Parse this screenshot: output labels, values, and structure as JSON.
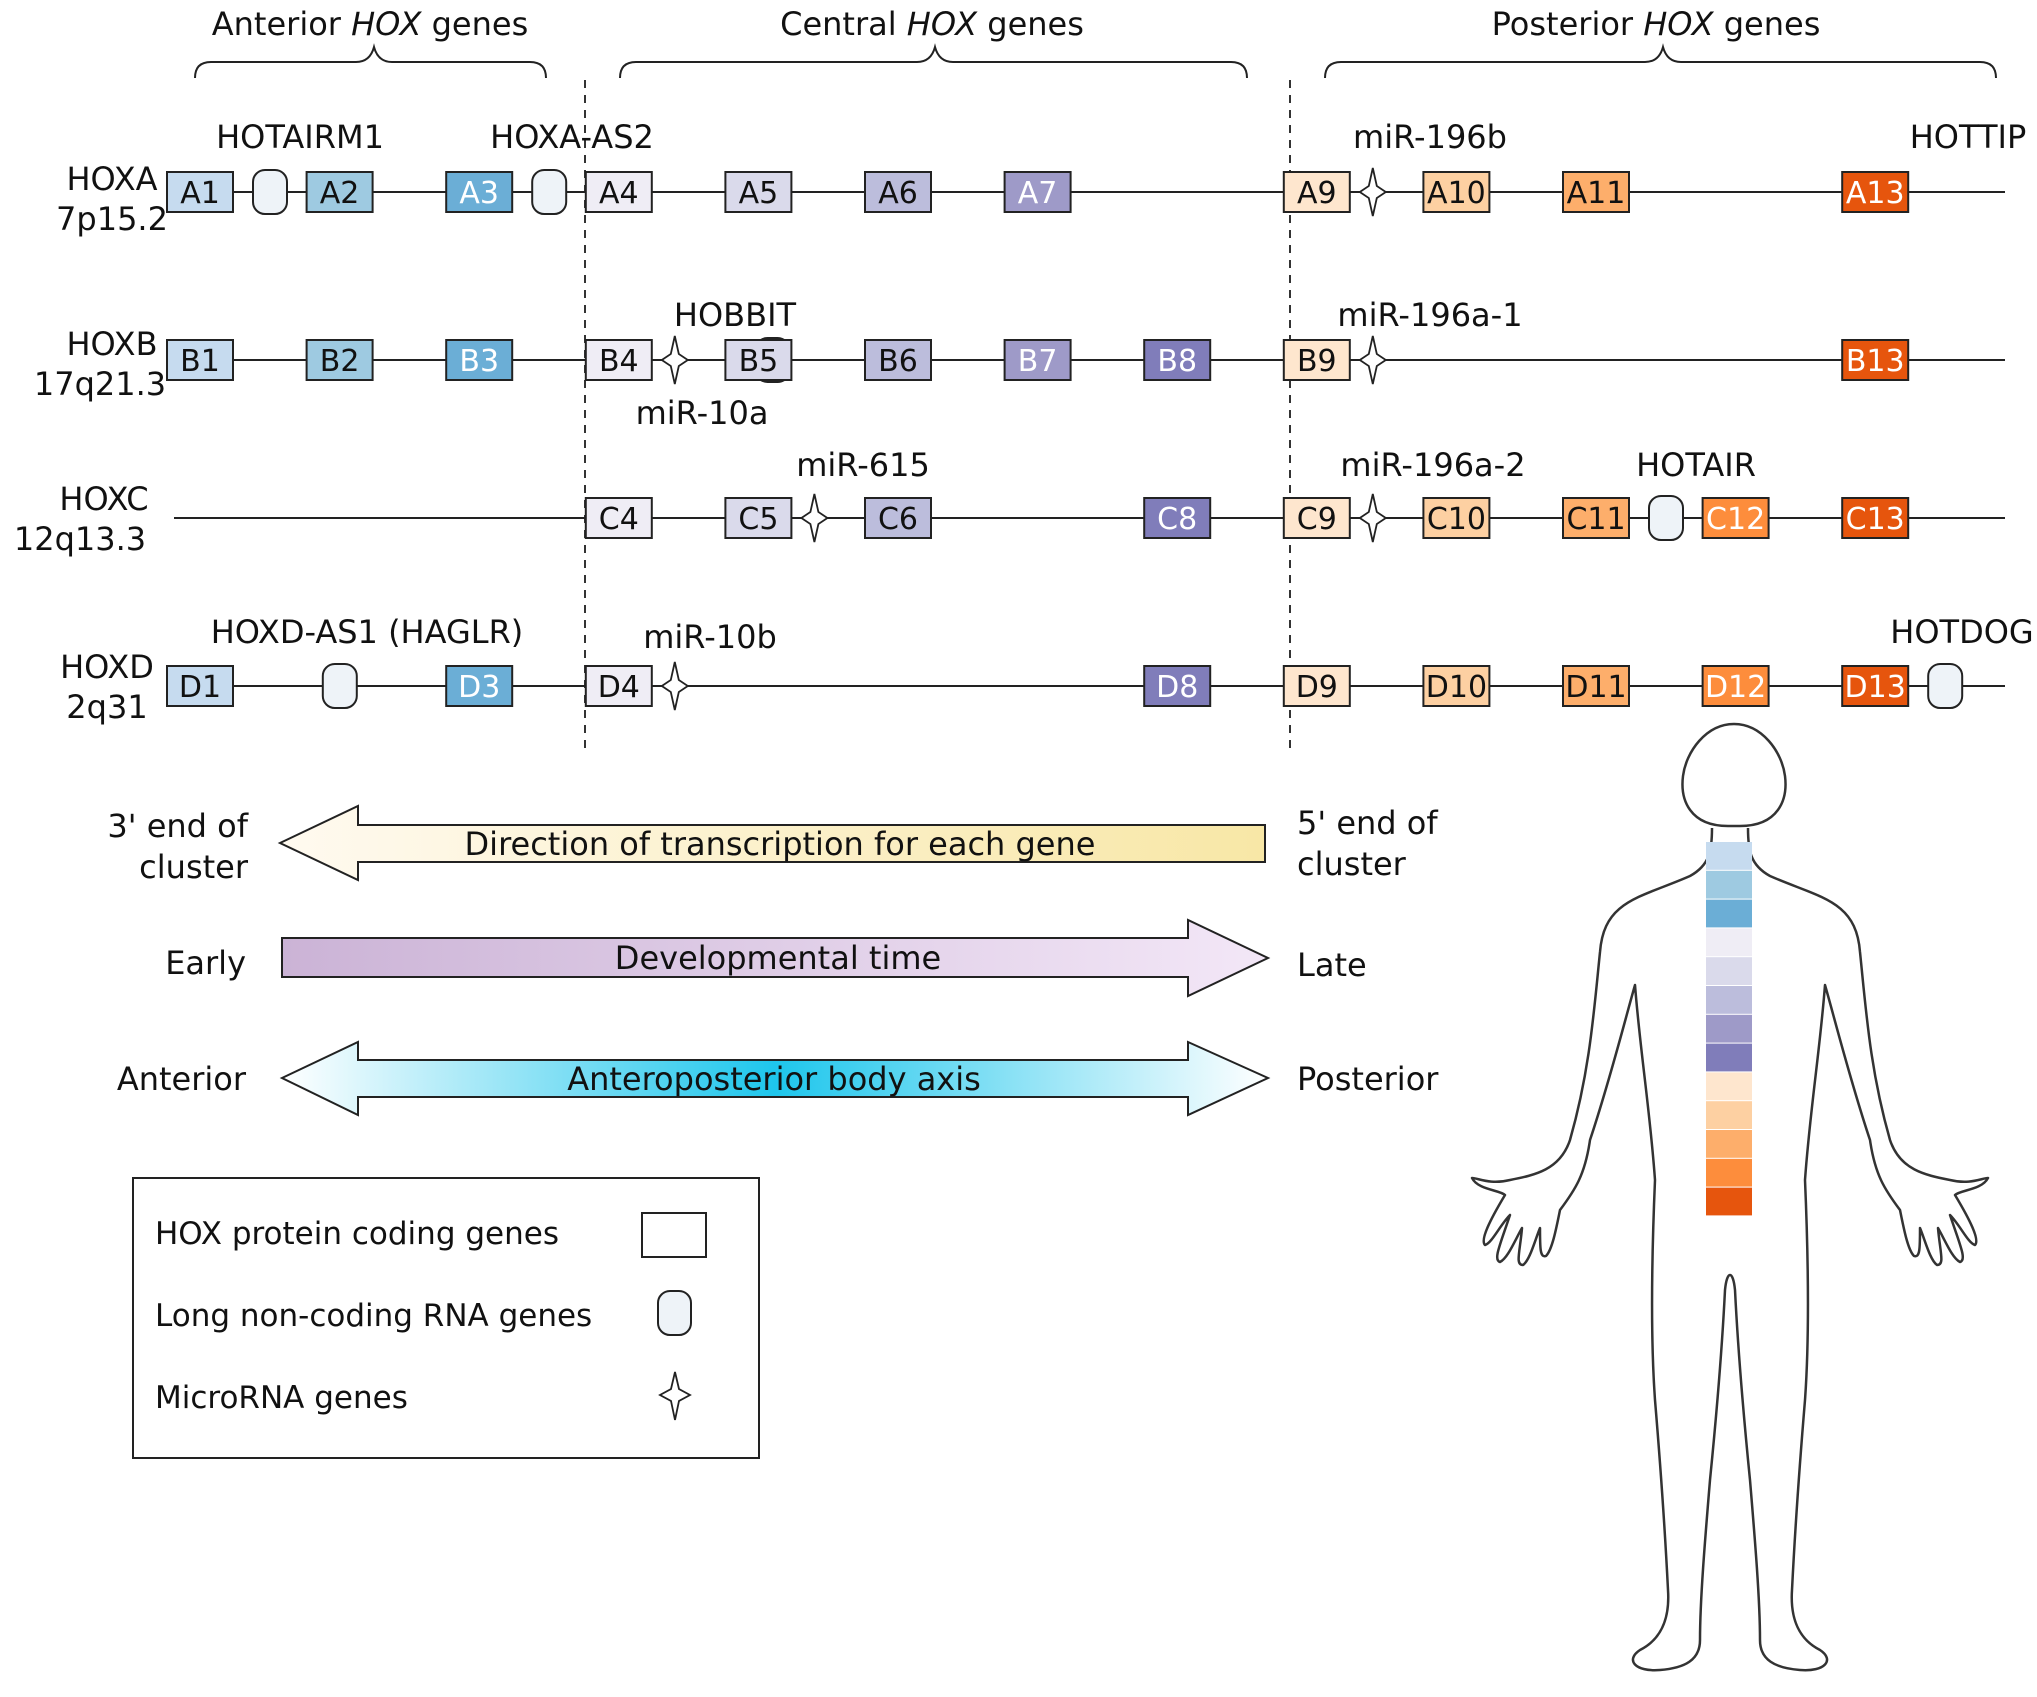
{
  "headers": {
    "anterior": {
      "pre": "Anterior ",
      "em": "HOX",
      "post": " genes"
    },
    "central": {
      "pre": "Central ",
      "em": "HOX",
      "post": " genes"
    },
    "posterior": {
      "pre": "Posterior ",
      "em": "HOX",
      "post": " genes"
    }
  },
  "clusters": [
    {
      "name": "HOXA",
      "locus": "7p15.2"
    },
    {
      "name": "HOXB",
      "locus": "17q21.3"
    },
    {
      "name": "HOXC",
      "locus": "12q13.3"
    },
    {
      "name": "HOXD",
      "locus": "2q31"
    }
  ],
  "colors": {
    "1": "#c6dbef",
    "2": "#9ecae1",
    "3": "#6baed6",
    "4": "#efedf5",
    "5": "#dadaeb",
    "6": "#bcbddc",
    "7": "#9e9ac8",
    "8": "#807dba",
    "9": "#fee6ce",
    "10": "#fdd0a2",
    "11": "#fdae6b",
    "12": "#fd8d3c",
    "13": "#e6550d",
    "lnc": "#eef3f8"
  },
  "genes": [
    {
      "label": "A1",
      "row": 0,
      "slot": 1
    },
    {
      "label": "A2",
      "row": 0,
      "slot": 2
    },
    {
      "label": "A3",
      "row": 0,
      "slot": 3
    },
    {
      "label": "A4",
      "row": 0,
      "slot": 4
    },
    {
      "label": "A5",
      "row": 0,
      "slot": 5
    },
    {
      "label": "A6",
      "row": 0,
      "slot": 6
    },
    {
      "label": "A7",
      "row": 0,
      "slot": 7
    },
    {
      "label": "A9",
      "row": 0,
      "slot": 9
    },
    {
      "label": "A10",
      "row": 0,
      "slot": 10
    },
    {
      "label": "A11",
      "row": 0,
      "slot": 11
    },
    {
      "label": "A13",
      "row": 0,
      "slot": 13
    },
    {
      "label": "B1",
      "row": 1,
      "slot": 1
    },
    {
      "label": "B2",
      "row": 1,
      "slot": 2
    },
    {
      "label": "B3",
      "row": 1,
      "slot": 3
    },
    {
      "label": "B4",
      "row": 1,
      "slot": 4
    },
    {
      "label": "B5",
      "row": 1,
      "slot": 5
    },
    {
      "label": "B6",
      "row": 1,
      "slot": 6
    },
    {
      "label": "B7",
      "row": 1,
      "slot": 7
    },
    {
      "label": "B8",
      "row": 1,
      "slot": 8
    },
    {
      "label": "B9",
      "row": 1,
      "slot": 9
    },
    {
      "label": "B13",
      "row": 1,
      "slot": 13
    },
    {
      "label": "C4",
      "row": 2,
      "slot": 4
    },
    {
      "label": "C5",
      "row": 2,
      "slot": 5
    },
    {
      "label": "C6",
      "row": 2,
      "slot": 6
    },
    {
      "label": "C8",
      "row": 2,
      "slot": 8
    },
    {
      "label": "C9",
      "row": 2,
      "slot": 9
    },
    {
      "label": "C10",
      "row": 2,
      "slot": 10
    },
    {
      "label": "C11",
      "row": 2,
      "slot": 11
    },
    {
      "label": "C12",
      "row": 2,
      "slot": 12
    },
    {
      "label": "C13",
      "row": 2,
      "slot": 13
    },
    {
      "label": "D1",
      "row": 3,
      "slot": 1
    },
    {
      "label": "D3",
      "row": 3,
      "slot": 3
    },
    {
      "label": "D4",
      "row": 3,
      "slot": 4
    },
    {
      "label": "D8",
      "row": 3,
      "slot": 8
    },
    {
      "label": "D9",
      "row": 3,
      "slot": 9
    },
    {
      "label": "D10",
      "row": 3,
      "slot": 10
    },
    {
      "label": "D11",
      "row": 3,
      "slot": 11
    },
    {
      "label": "D12",
      "row": 3,
      "slot": 12
    },
    {
      "label": "D13",
      "row": 3,
      "slot": 13
    }
  ],
  "lncrnas": [
    {
      "row": 0,
      "after": 1
    },
    {
      "row": 0,
      "after": 3
    },
    {
      "row": 1,
      "after": 4.6
    },
    {
      "row": 2,
      "after": 11
    },
    {
      "row": 3,
      "after": 1.5
    },
    {
      "row": 3,
      "after": 13
    }
  ],
  "mirnas": [
    {
      "row": 0,
      "after": 9
    },
    {
      "row": 1,
      "after": 4
    },
    {
      "row": 1,
      "after": 9
    },
    {
      "row": 2,
      "after": 5
    },
    {
      "row": 2,
      "after": 9
    },
    {
      "row": 3,
      "after": 4
    }
  ],
  "annotations": {
    "hotairm1": "HOTAIRM1",
    "hoxa_as2": "HOXA-AS2",
    "mir196b": "miR-196b",
    "hottip": "HOTTIP",
    "hobbit": "HOBBIT",
    "mir196a1": "miR-196a-1",
    "mir10a": "miR-10a",
    "mir615": "miR-615",
    "mir196a2": "miR-196a-2",
    "hotair": "HOTAIR",
    "hoxd_as1": "HOXD-AS1 (HAGLR)",
    "mir10b": "miR-10b",
    "hotdog": "HOTDOG"
  },
  "arrows": {
    "transcription": {
      "left1": "3' end of",
      "left2": "cluster",
      "text": "Direction of transcription for each gene",
      "right1": "5' end of",
      "right2": "cluster"
    },
    "time": {
      "left": "Early",
      "text": "Developmental time",
      "right": "Late"
    },
    "axis": {
      "left": "Anterior",
      "text": "Anteroposterior body axis",
      "right": "Posterior"
    }
  },
  "legend": {
    "protein": "HOX protein coding genes",
    "lncrna": "Long non-coding RNA genes",
    "mirna": "MicroRNA genes"
  },
  "spine_colors": [
    "#c6dbef",
    "#9ecae1",
    "#6baed6",
    "#efedf5",
    "#dadaeb",
    "#bcbddc",
    "#9e9ac8",
    "#807dba",
    "#fee6ce",
    "#fdd0a2",
    "#fdae6b",
    "#fd8d3c",
    "#e6550d"
  ]
}
